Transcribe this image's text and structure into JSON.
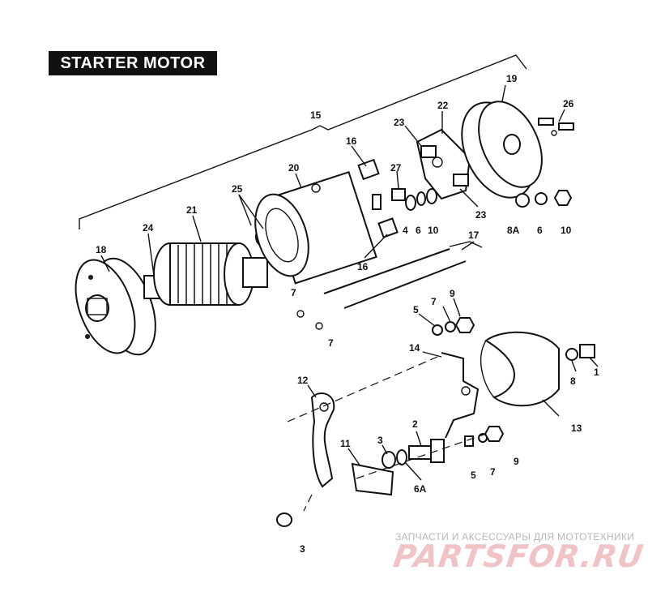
{
  "title": "STARTER MOTOR",
  "callouts": {
    "c15": "15",
    "c19": "19",
    "c26": "26",
    "c22": "22",
    "c23a": "23",
    "c16a": "16",
    "c20": "20",
    "c27": "27",
    "c25": "25",
    "c21": "21",
    "c24": "24",
    "c18": "18",
    "c4": "4",
    "c6a": "6",
    "c10a": "10",
    "c23b": "23",
    "c8a": "8A",
    "c6b": "6",
    "c10b": "10",
    "c17": "17",
    "c16b": "16",
    "c7a": "7",
    "c7b": "7",
    "c9a": "9",
    "c5a": "5",
    "c7c": "7",
    "c14": "14",
    "c8": "8",
    "c1": "1",
    "c12": "12",
    "c13": "13",
    "c2": "2",
    "c11": "11",
    "c3a": "3",
    "c6A": "6A",
    "c5b": "5",
    "c7d": "7",
    "c9b": "9",
    "c3b": "3"
  },
  "watermark": {
    "tagline": "ЗАПЧАСТИ И АКСЕССУАРЫ ДЛЯ МОТОТЕХНИКИ",
    "brand": "PARTSFOR.RU"
  }
}
